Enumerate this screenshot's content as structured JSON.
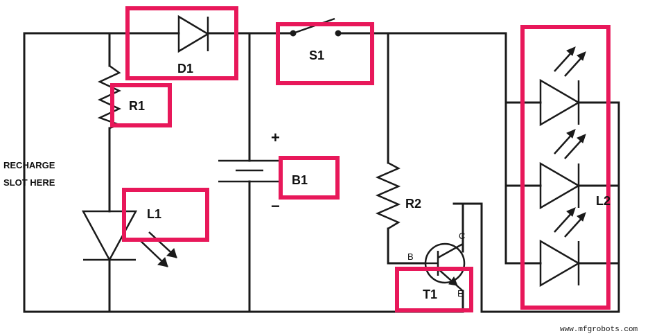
{
  "labels": {
    "recharge_line1": "RECHARGE",
    "recharge_line2": "SLOT HERE",
    "d1": "D1",
    "r1": "R1",
    "s1": "S1",
    "b1": "B1",
    "plus": "+",
    "minus": "−",
    "l1": "L1",
    "r2": "R2",
    "t1": "T1",
    "pin_b": "B",
    "pin_c": "C",
    "pin_e": "E",
    "l2": "L2"
  },
  "watermark": "www.mfgrobots.com",
  "colors": {
    "highlight": "#e8185a",
    "wire": "#1a1a1a"
  }
}
